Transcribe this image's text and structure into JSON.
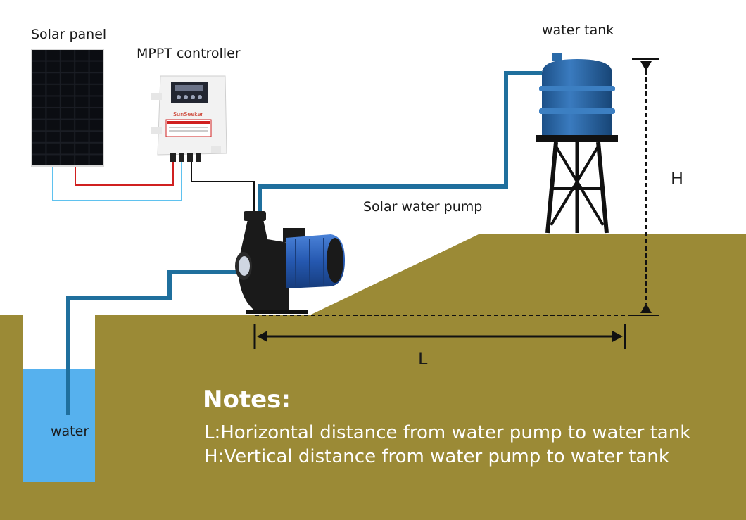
{
  "labels": {
    "solar_panel": "Solar panel",
    "mppt_controller": "MPPT controller",
    "water_tank": "water tank",
    "solar_water_pump": "Solar water pump",
    "water": "water",
    "brand": "SunSeeker"
  },
  "dimensions": {
    "height": "H",
    "length": "L"
  },
  "notes": {
    "title": "Notes:",
    "lines": [
      "L:Horizontal distance from water pump to water tank",
      "H:Vertical distance from water pump to water tank"
    ]
  },
  "colors": {
    "ground": "#9b8a36",
    "well_water": "#56b1ee",
    "pipe": "#1f6f9d",
    "tank": "#2a6aa8",
    "pump_body": "#2b62b8",
    "wire_red": "#d02020",
    "wire_blue": "#5fc2ef",
    "wire_black": "#111111"
  }
}
